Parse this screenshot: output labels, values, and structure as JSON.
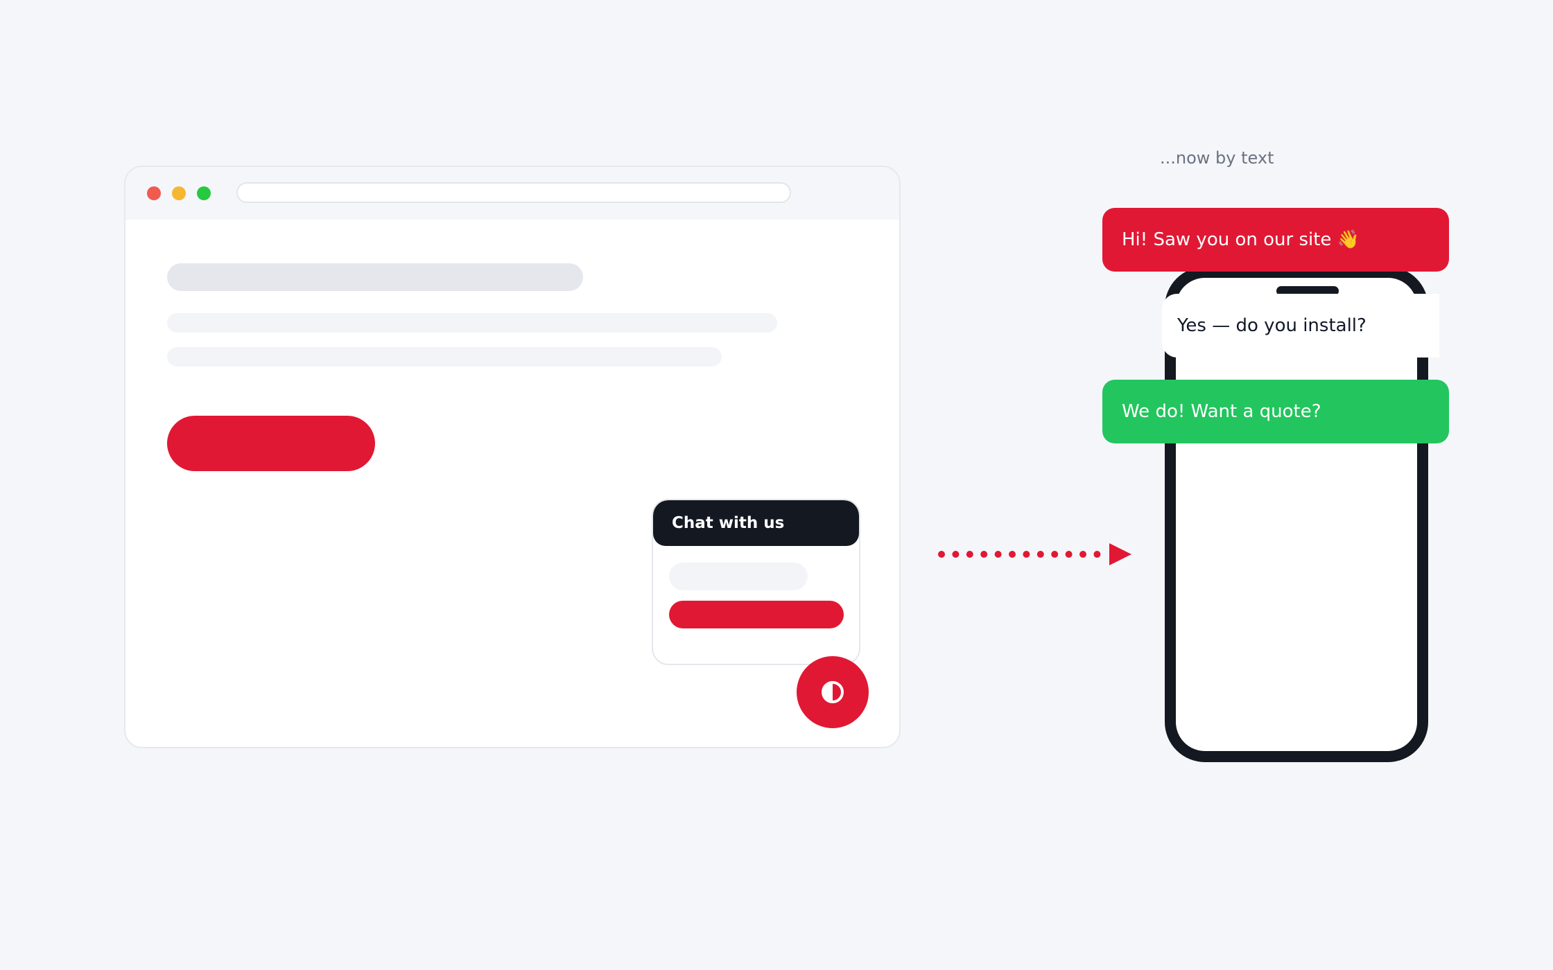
{
  "colors": {
    "brand_red": "#e11834",
    "dark": "#141821",
    "send_green": "#22c55e",
    "traffic_red": "#f05a4f",
    "traffic_yellow": "#f5b731",
    "traffic_green": "#27c93f"
  },
  "browser": {
    "chat_widget": {
      "title": "Chat with us"
    },
    "chat_launcher": {
      "icon": "contrast-icon"
    }
  },
  "arrow": {
    "icon": "dotted-arrow-right"
  },
  "phone": {
    "caption": "...now by text",
    "messages": [
      {
        "from": "business",
        "text": "Hi! Saw you on our site 👋"
      },
      {
        "from": "customer",
        "text": "Yes — do you install?"
      },
      {
        "from": "business",
        "text": "We do! Want a quote?"
      }
    ]
  }
}
